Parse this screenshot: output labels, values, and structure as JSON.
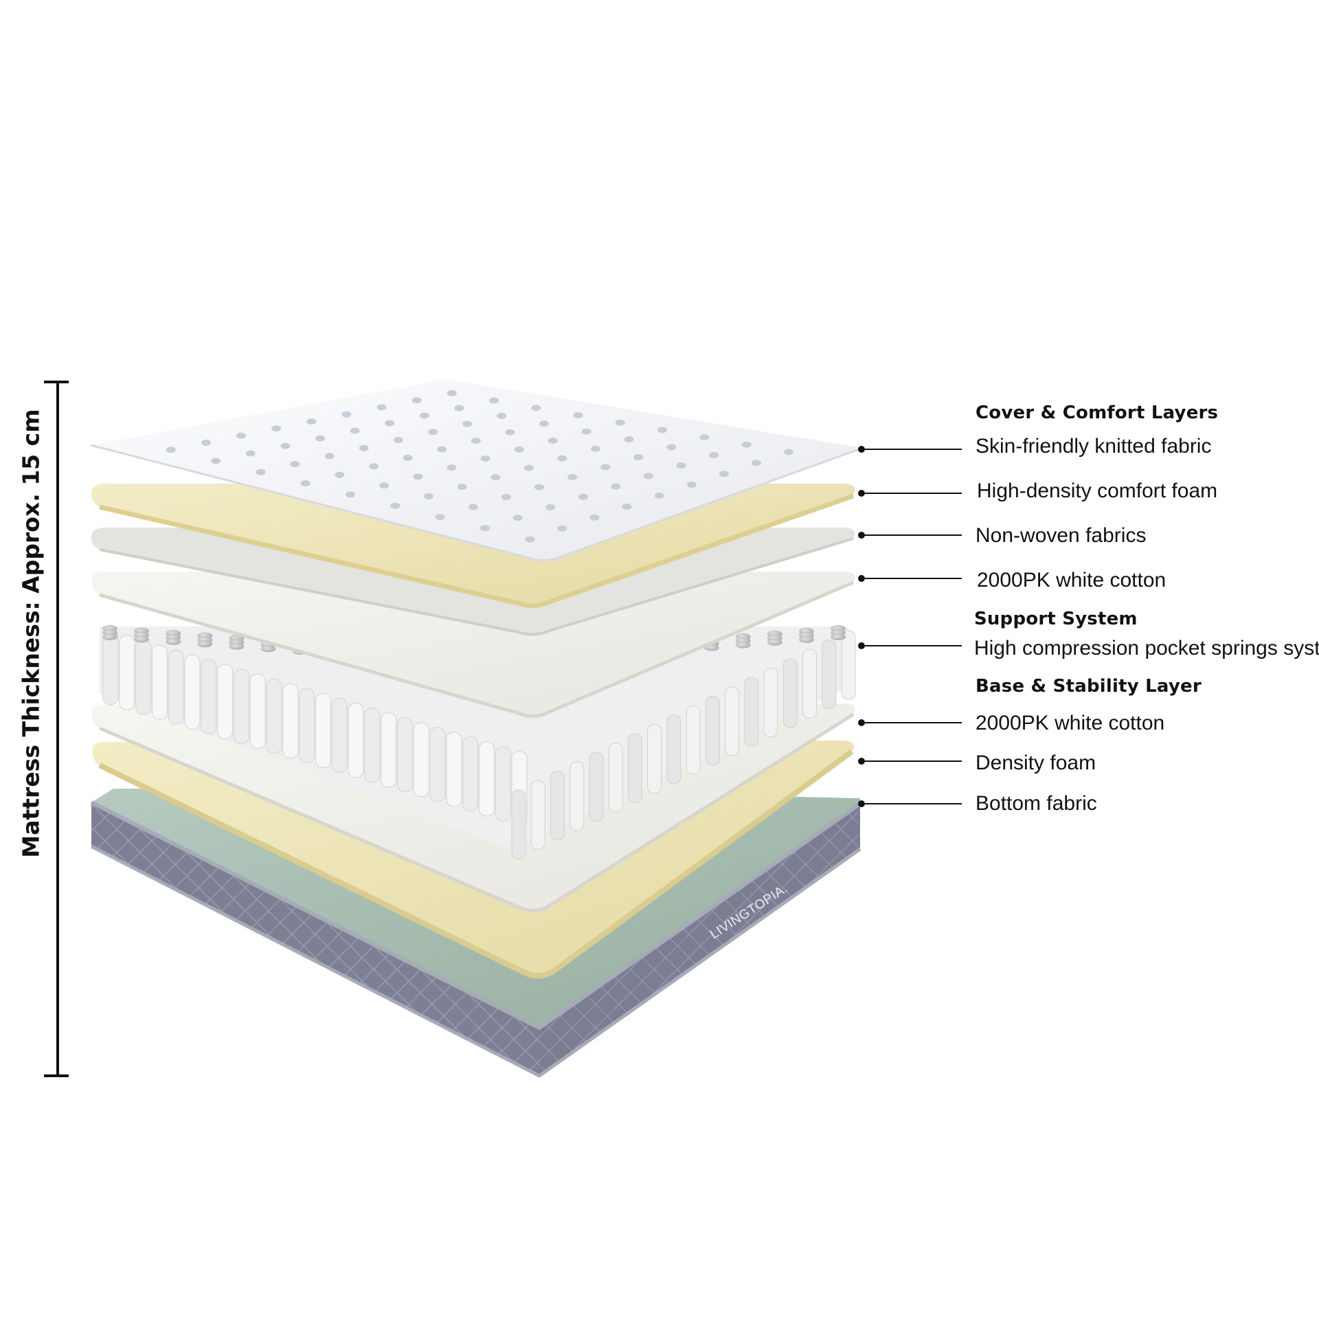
{
  "thickness": {
    "label": "Mattress Thickness: Approx. 15 cm"
  },
  "brand": {
    "name": "LIVINGTOPIA."
  },
  "sections": [
    {
      "heading": "Cover & Comfort  Layers"
    },
    {
      "heading": "Support System"
    },
    {
      "heading": "Base & Stability Layer"
    }
  ],
  "layers": [
    {
      "label": "Skin-friendly knitted fabric"
    },
    {
      "label": "High-density comfort foam"
    },
    {
      "label": "Non-woven fabrics"
    },
    {
      "label": "2000PK white cotton"
    },
    {
      "label": "High compression pocket springs system"
    },
    {
      "label": "2000PK white cotton"
    },
    {
      "label": "Density foam"
    },
    {
      "label": "Bottom fabric"
    }
  ],
  "colors": {
    "quilted_cover": "#f6f7fa",
    "comfort_foam": "#ece4b8",
    "non_woven": "#e3e3df",
    "white_cotton": "#f1f1ec",
    "springs": "#f4f4f4",
    "base_top": "#9fb8ad",
    "base_side": "#7d7f95",
    "leader_lines": "#111111"
  }
}
